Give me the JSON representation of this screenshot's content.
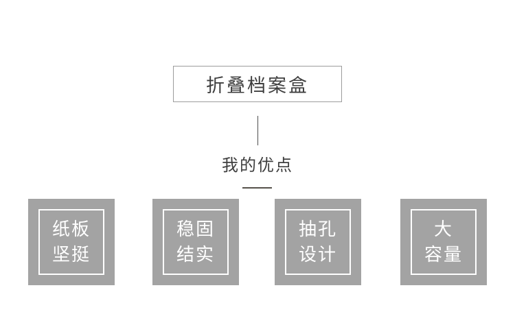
{
  "header": {
    "title": "折叠档案盒"
  },
  "subtitle": {
    "label": "我的优点"
  },
  "features": [
    {
      "line1": "纸板",
      "line2": "坚挺"
    },
    {
      "line1": "稳固",
      "line2": "结实"
    },
    {
      "line1": "抽孔",
      "line2": "设计"
    },
    {
      "line1": "大",
      "line2": "容量"
    }
  ],
  "colors": {
    "feature_box_bg": "#a3a3a3",
    "title_box_border": "#9c9c9c",
    "dark_text": "#3e3e3e",
    "connector_line": "#4c4c4c",
    "subtitle_underline": "#55504a",
    "feature_text": "#ffffff",
    "page_background": "#ffffff"
  }
}
